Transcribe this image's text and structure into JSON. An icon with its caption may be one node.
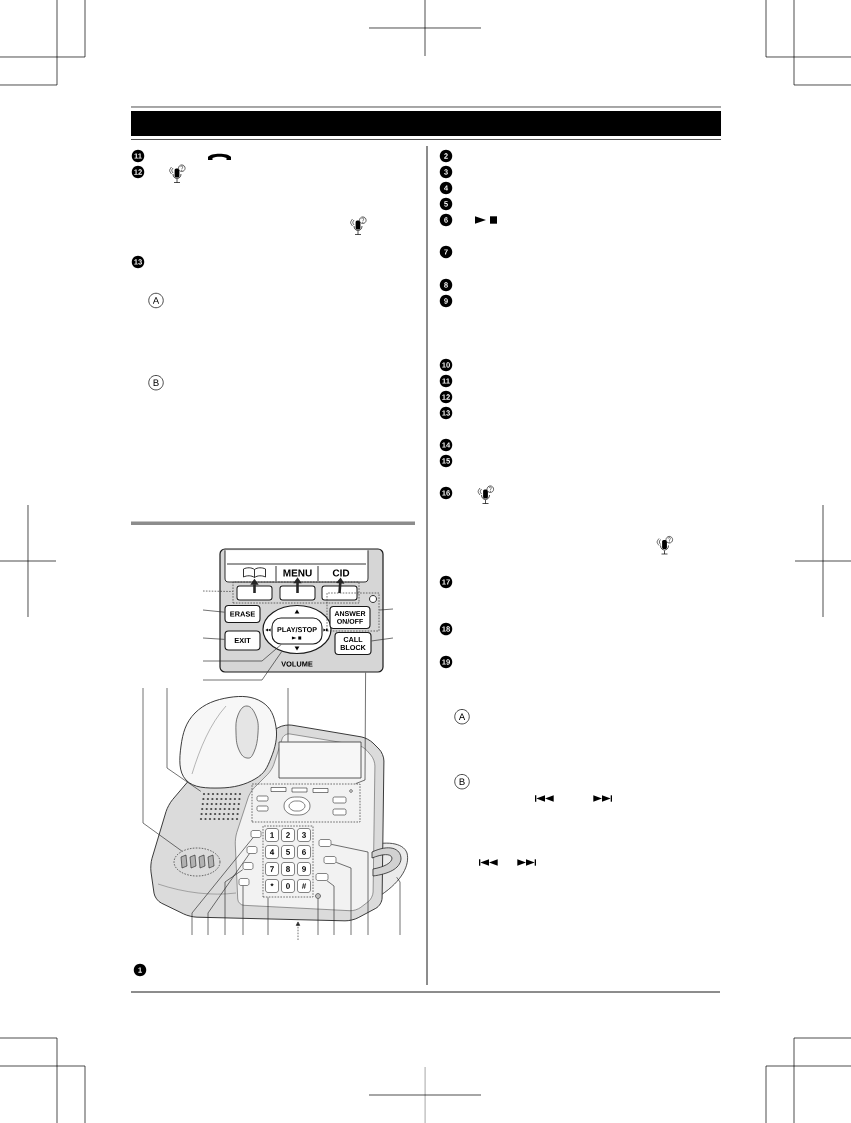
{
  "diagram": {
    "nodes": [
      {
        "text": [],
        "shape": "box"
      },
      {
        "text": [],
        "shape": "picture",
        "in": 0
      },
      {
        "text": [
          "MENU"
        ],
        "in": 0
      },
      {
        "text": [
          "CID"
        ],
        "in": 0
      },
      {
        "text": [],
        "shape": "box",
        "in": 0
      },
      {
        "text": [],
        "shape": "box",
        "in": 4
      },
      {
        "text": [],
        "shape": "box",
        "in": 4
      },
      {
        "text": [],
        "shape": "box",
        "in": 4
      },
      {
        "text": [
          "ERASE"
        ],
        "in": 0
      },
      {
        "text": [
          "EXIT"
        ],
        "in": 0
      },
      {
        "text": [],
        "shape": "circle",
        "in": 0,
        "beside": [
          "VOLUME"
        ]
      },
      {
        "text": [
          "PLAY/STOP"
        ],
        "in": 10
      },
      {
        "text": [],
        "shape": "box",
        "in": 0
      },
      {
        "text": [
          "ANSWER ON/OFF"
        ],
        "in": 12
      },
      {
        "text": [
          "CALL BLOCK"
        ],
        "in": 0
      },
      {
        "text": [],
        "shape": "picture"
      },
      {
        "text": [],
        "shape": "box",
        "in": 15
      },
      {
        "text": [],
        "shape": "picture",
        "in": 15
      },
      {
        "text": [],
        "shape": "box",
        "in": 15
      },
      {
        "text": [],
        "shape": "circle",
        "in": 15
      },
      {
        "text": [],
        "shape": "box",
        "in": 15
      },
      {
        "text": [],
        "shape": "box",
        "in": 15
      },
      {
        "text": [],
        "shape": "box",
        "in": 15
      },
      {
        "text": [],
        "shape": "box",
        "in": 15
      },
      {
        "text": [],
        "shape": "box",
        "in": 15
      },
      {
        "text": [
          "1"
        ],
        "in": 24
      },
      {
        "text": [
          "2"
        ],
        "in": 24
      },
      {
        "text": [
          "3"
        ],
        "in": 24
      },
      {
        "text": [
          "4"
        ],
        "in": 24
      },
      {
        "text": [
          "5"
        ],
        "in": 24
      },
      {
        "text": [
          "6"
        ],
        "in": 24
      },
      {
        "text": [
          "7"
        ],
        "in": 24
      },
      {
        "text": [
          "8"
        ],
        "in": 24
      },
      {
        "text": [
          "9"
        ],
        "in": 24
      },
      {
        "text": [
          "*"
        ],
        "in": 24
      },
      {
        "text": [
          "0"
        ],
        "in": 24
      },
      {
        "text": [
          "#"
        ],
        "in": 24
      },
      {
        "text": [],
        "shape": "box",
        "in": 15
      },
      {
        "text": [],
        "shape": "box",
        "in": 15
      },
      {
        "text": [],
        "shape": "box",
        "in": 15
      },
      {
        "text": [],
        "shape": "circle",
        "in": 15
      },
      {
        "text": [],
        "shape": "picture"
      }
    ],
    "edges": [
      {
        "from": 5,
        "to": 1,
        "arrow": "to",
        "style": "thick"
      },
      {
        "from": 6,
        "to": 2,
        "arrow": "to",
        "style": "thick"
      },
      {
        "from": 7,
        "to": 3,
        "arrow": "to",
        "style": "thick"
      },
      {
        "from": null,
        "to": 4,
        "arrow": "none",
        "style": "dashed"
      },
      {
        "from": null,
        "to": 8,
        "arrow": "none"
      },
      {
        "from": null,
        "to": 9,
        "arrow": "none"
      },
      {
        "from": null,
        "to": 11,
        "arrow": "none"
      },
      {
        "from": null,
        "to": 10,
        "arrow": "none"
      },
      {
        "from": null,
        "to": 12,
        "arrow": "none"
      },
      {
        "from": null,
        "to": 14,
        "arrow": "none"
      },
      {
        "from": 0,
        "to": 18,
        "arrow": "none"
      },
      {
        "from": null,
        "to": 19,
        "arrow": "none"
      },
      {
        "from": null,
        "to": 17,
        "arrow": "none"
      },
      {
        "from": null,
        "to": 16,
        "arrow": "none"
      },
      {
        "from": null,
        "to": 20,
        "arrow": "none"
      },
      {
        "from": null,
        "to": 21,
        "arrow": "none"
      },
      {
        "from": null,
        "to": 22,
        "arrow": "none"
      },
      {
        "from": null,
        "to": 23,
        "arrow": "none"
      },
      {
        "from": null,
        "to": 24,
        "arrow": "none"
      },
      {
        "from": null,
        "to": 15,
        "arrow": "to",
        "style": "dashed"
      },
      {
        "from": null,
        "to": 40,
        "arrow": "none"
      },
      {
        "from": null,
        "to": 39,
        "arrow": "none"
      },
      {
        "from": null,
        "to": 38,
        "arrow": "none"
      },
      {
        "from": null,
        "to": 37,
        "arrow": "none"
      },
      {
        "from": null,
        "to": 41,
        "arrow": "none"
      }
    ],
    "labels": [
      "11",
      "12",
      "13",
      "A",
      "B",
      "1",
      "2",
      "3",
      "4",
      "5",
      "6",
      "7",
      "8",
      "9",
      "10",
      "11",
      "12",
      "13",
      "14",
      "15",
      "16",
      "17",
      "18",
      "19",
      "A",
      "B"
    ]
  }
}
